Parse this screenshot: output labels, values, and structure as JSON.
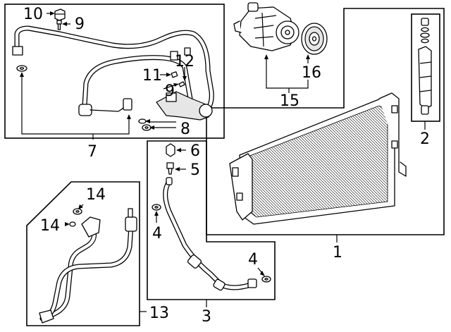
{
  "diagram": {
    "callouts": {
      "c1": "1",
      "c2": "2",
      "c3": "3",
      "c4a": "4",
      "c4b": "4",
      "c5": "5",
      "c6": "6",
      "c7": "7",
      "c8": "8",
      "c9a": "9",
      "c9b": "9",
      "c10": "10",
      "c11": "11",
      "c12": "12",
      "c13": "13",
      "c14a": "14",
      "c14b": "14",
      "c15": "15",
      "c16": "16"
    }
  }
}
